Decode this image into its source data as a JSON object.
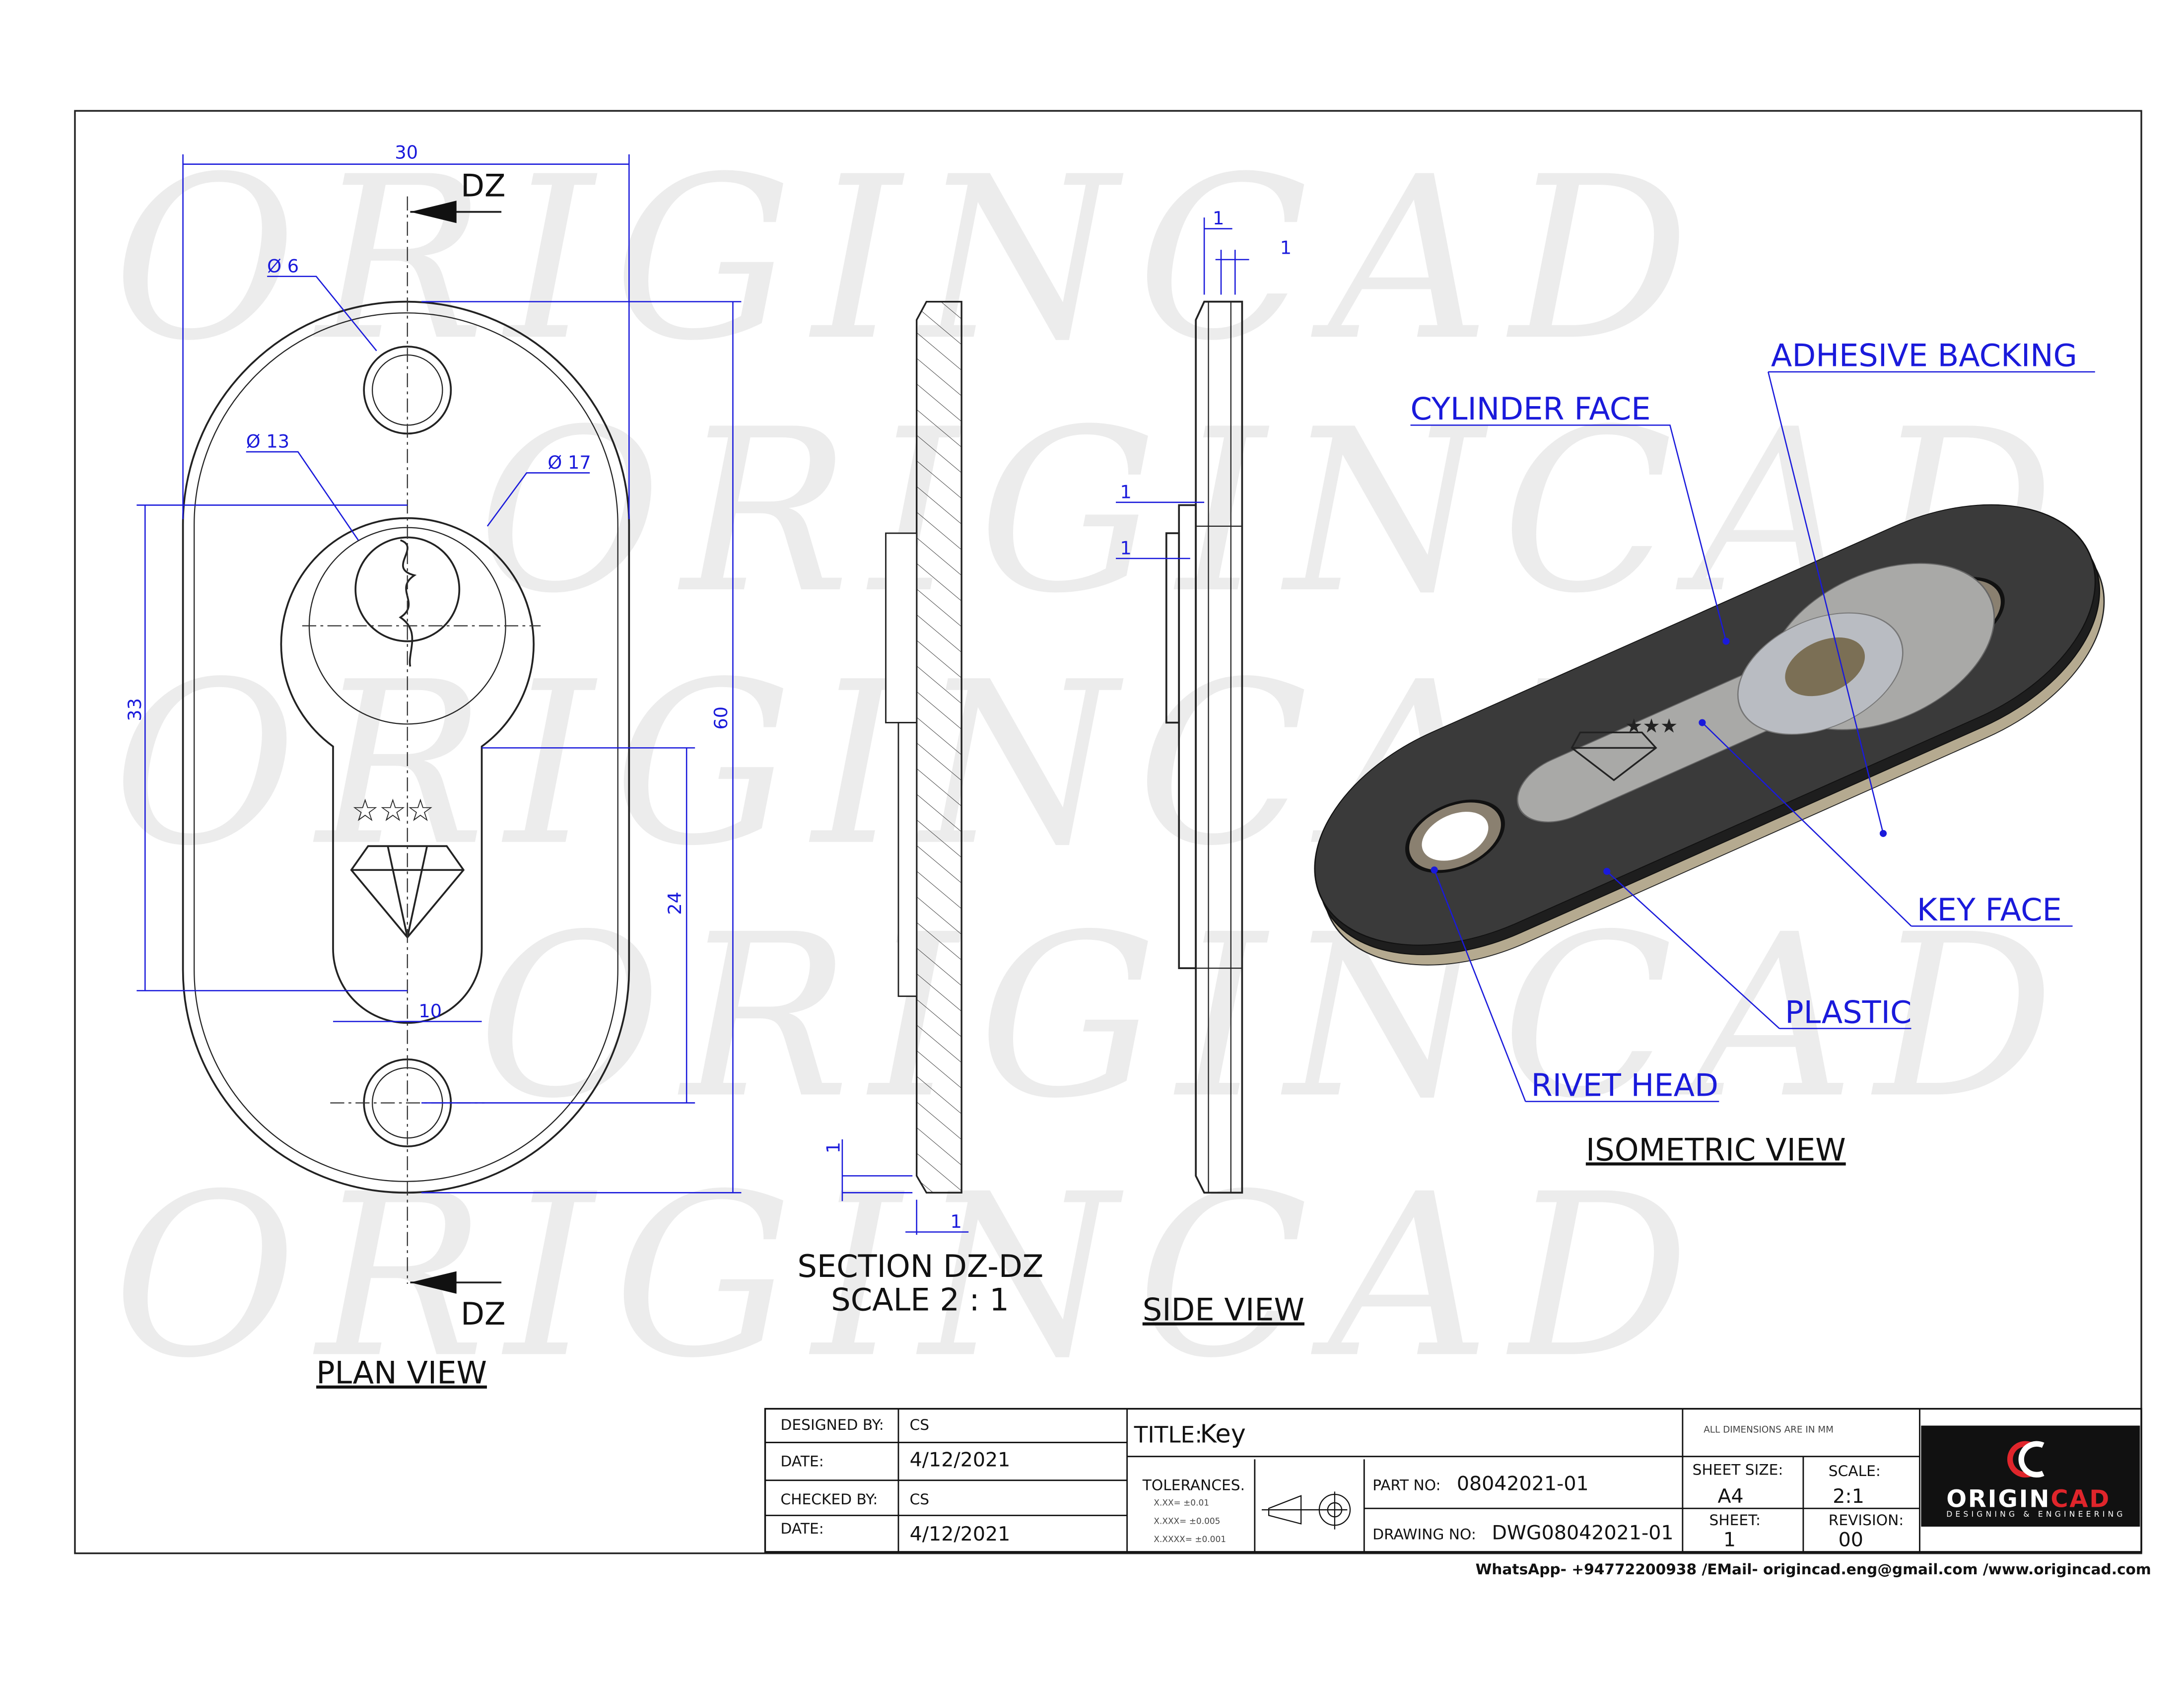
{
  "watermark": "ORIGINCAD",
  "views": {
    "plan": "PLAN VIEW",
    "section_title": "SECTION DZ-DZ",
    "section_scale": "SCALE 2 : 1",
    "side": "SIDE VIEW",
    "isometric": "ISOMETRIC VIEW",
    "section_marker": "DZ"
  },
  "dimensions": {
    "width": "30",
    "hole_dia": "Ø 6",
    "keyhole_dia": "Ø 13",
    "cylinder_dia": "Ø 17",
    "height_33": "33",
    "height_60": "60",
    "height_24": "24",
    "slot_width": "10",
    "section_thk": "1",
    "section_step": "1",
    "side_top_a": "1",
    "side_top_b": "1",
    "side_step_a": "1",
    "side_step_b": "1"
  },
  "callouts": [
    "CYLINDER FACE",
    "ADHESIVE BACKING",
    "KEY FACE",
    "PLASTIC",
    "RIVET HEAD"
  ],
  "title_block": {
    "designed_by_label": "DESIGNED BY:",
    "designed_by": "CS",
    "date1_label": "DATE:",
    "date1": "4/12/2021",
    "checked_by_label": "CHECKED BY:",
    "checked_by": "CS",
    "date2_label": "DATE:",
    "date2": "4/12/2021",
    "title_label": "TITLE:",
    "title": "Key",
    "tolerances_label": "TOLERANCES.",
    "tol1": "X.XX= ±0.01",
    "tol2": "X.XXX= ±0.005",
    "tol3": "X.XXXX= ±0.001",
    "part_no_label": "PART NO:",
    "part_no": "08042021-01",
    "drawing_no_label": "DRAWING NO:",
    "drawing_no": "DWG08042021-01",
    "units_note": "ALL DIMENSIONS ARE IN MM",
    "sheet_size_label": "SHEET SIZE:",
    "sheet_size": "A4",
    "scale_label": "SCALE:",
    "scale": "2:1",
    "sheet_label": "SHEET:",
    "sheet": "1",
    "revision_label": "REVISION:",
    "revision": "00",
    "logo_name": "ORIGINCAD",
    "logo_tagline": "DESIGNING & ENGINEERING"
  },
  "contact": "WhatsApp- +94772200938 /EMail- origincad.eng@gmail.com /www.origincad.com",
  "colors": {
    "dimension": "#1a1adb",
    "logo_red": "#e0252b",
    "part_dark": "#2e2e2e",
    "part_tan": "#b5aa90"
  }
}
